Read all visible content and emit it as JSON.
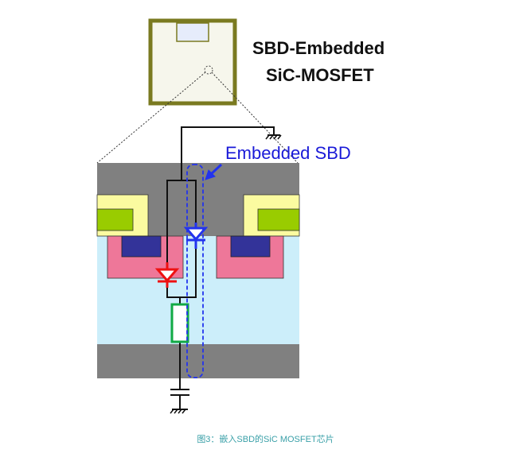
{
  "title": {
    "line1": "SBD-Embedded",
    "line2": "SiC-MOSFET"
  },
  "label": "Embedded SBD",
  "caption": "图3：嵌入SBD的SiC MOSFET芯片",
  "colors": {
    "chip_border": "#7a7a20",
    "gray": "#808080",
    "drift": "#cceefa",
    "yellow": "#fbfba0",
    "green_gate": "#99cc00",
    "pink": "#ee7799",
    "navy": "#333399",
    "sbd_blue": "#2233ee",
    "body_diode_red": "#ee1111",
    "resistor_green": "#11aa44"
  }
}
